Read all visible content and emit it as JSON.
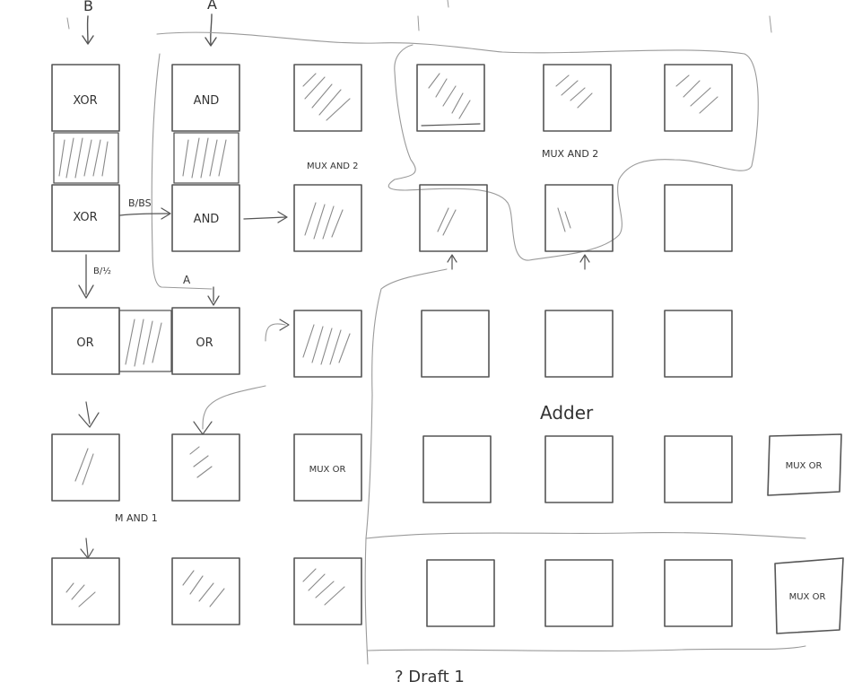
{
  "top_labels": {
    "b": "B",
    "a": "A"
  },
  "cells": {
    "r1c1": {
      "label": "XOR",
      "shaded": false
    },
    "r1c2": {
      "label": "AND",
      "shaded": false
    },
    "r1c3": {
      "label": "",
      "shaded": true
    },
    "r1c4": {
      "label": "",
      "shaded": true
    },
    "r1c5": {
      "label": "",
      "shaded": true
    },
    "r1c6": {
      "label": "",
      "shaded": true
    },
    "r2c1": {
      "label": "XOR",
      "shaded": false
    },
    "r2c2": {
      "label": "AND",
      "shaded": false
    },
    "r2c3": {
      "label": "",
      "shaded": true
    },
    "r2c4": {
      "label": "",
      "shaded": true
    },
    "r2c5": {
      "label": "",
      "shaded": true
    },
    "r2c6": {
      "label": "",
      "shaded": false
    },
    "r3c1": {
      "label": "OR",
      "shaded": false
    },
    "r3c2": {
      "label": "OR",
      "shaded": false
    },
    "r3c3": {
      "label": "",
      "shaded": true
    },
    "r3c4": {
      "label": "",
      "shaded": false
    },
    "r3c5": {
      "label": "",
      "shaded": false
    },
    "r3c6": {
      "label": "",
      "shaded": false
    },
    "r4c1": {
      "label": "",
      "shaded": true
    },
    "r4c2": {
      "label": "",
      "shaded": true
    },
    "r4c3": {
      "label": "MUX OR",
      "shaded": false
    },
    "r4c4": {
      "label": "",
      "shaded": false
    },
    "r4c5": {
      "label": "",
      "shaded": false
    },
    "r4c6": {
      "label": "",
      "shaded": false
    },
    "r4c7": {
      "label": "MUX OR",
      "shaded": false
    },
    "r5c1": {
      "label": "",
      "shaded": true
    },
    "r5c2": {
      "label": "",
      "shaded": true
    },
    "r5c3": {
      "label": "",
      "shaded": true
    },
    "r5c4": {
      "label": "",
      "shaded": false
    },
    "r5c5": {
      "label": "",
      "shaded": false
    },
    "r5c6": {
      "label": "",
      "shaded": false
    },
    "r5c7": {
      "label": "MUX OR",
      "shaded": false
    }
  },
  "annotations": {
    "b_bs_edge": "B/BS",
    "b_half_edge": "B/½",
    "a_feed": "A",
    "mux_and_upper": "MUX AND 2",
    "mux_and_top": "MUX AND 2",
    "adder": "Adder",
    "mux_and_lower": "M AND 1",
    "draft_note": "? Draft 1"
  }
}
